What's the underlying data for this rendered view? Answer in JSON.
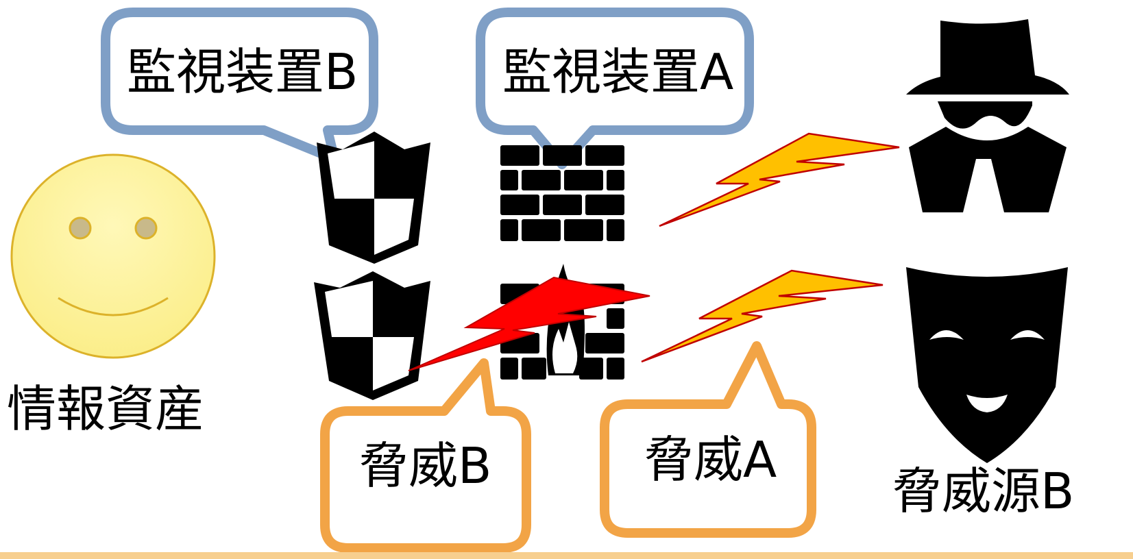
{
  "labels": {
    "info_asset": "情報資産",
    "monitor_b": "監視装置B",
    "monitor_a": "監視装置A",
    "threat_b": "脅威B",
    "threat_a": "脅威A",
    "threat_source_b": "脅威源B"
  },
  "colors": {
    "callout_blue": "#7f9fc6",
    "callout_orange": "#f2a446",
    "bolt_yellow": "#ffc000",
    "bolt_red": "#ff0000",
    "smiley_fill": "#fdf39a",
    "smiley_stroke": "#dcb22a",
    "bottom_bar": "#f7cf8f"
  },
  "icons": [
    "smiley-face-icon",
    "shield-icon",
    "firewall-icon",
    "burning-firewall-icon",
    "lightning-bolt-icon",
    "spy-icon",
    "mask-icon"
  ]
}
